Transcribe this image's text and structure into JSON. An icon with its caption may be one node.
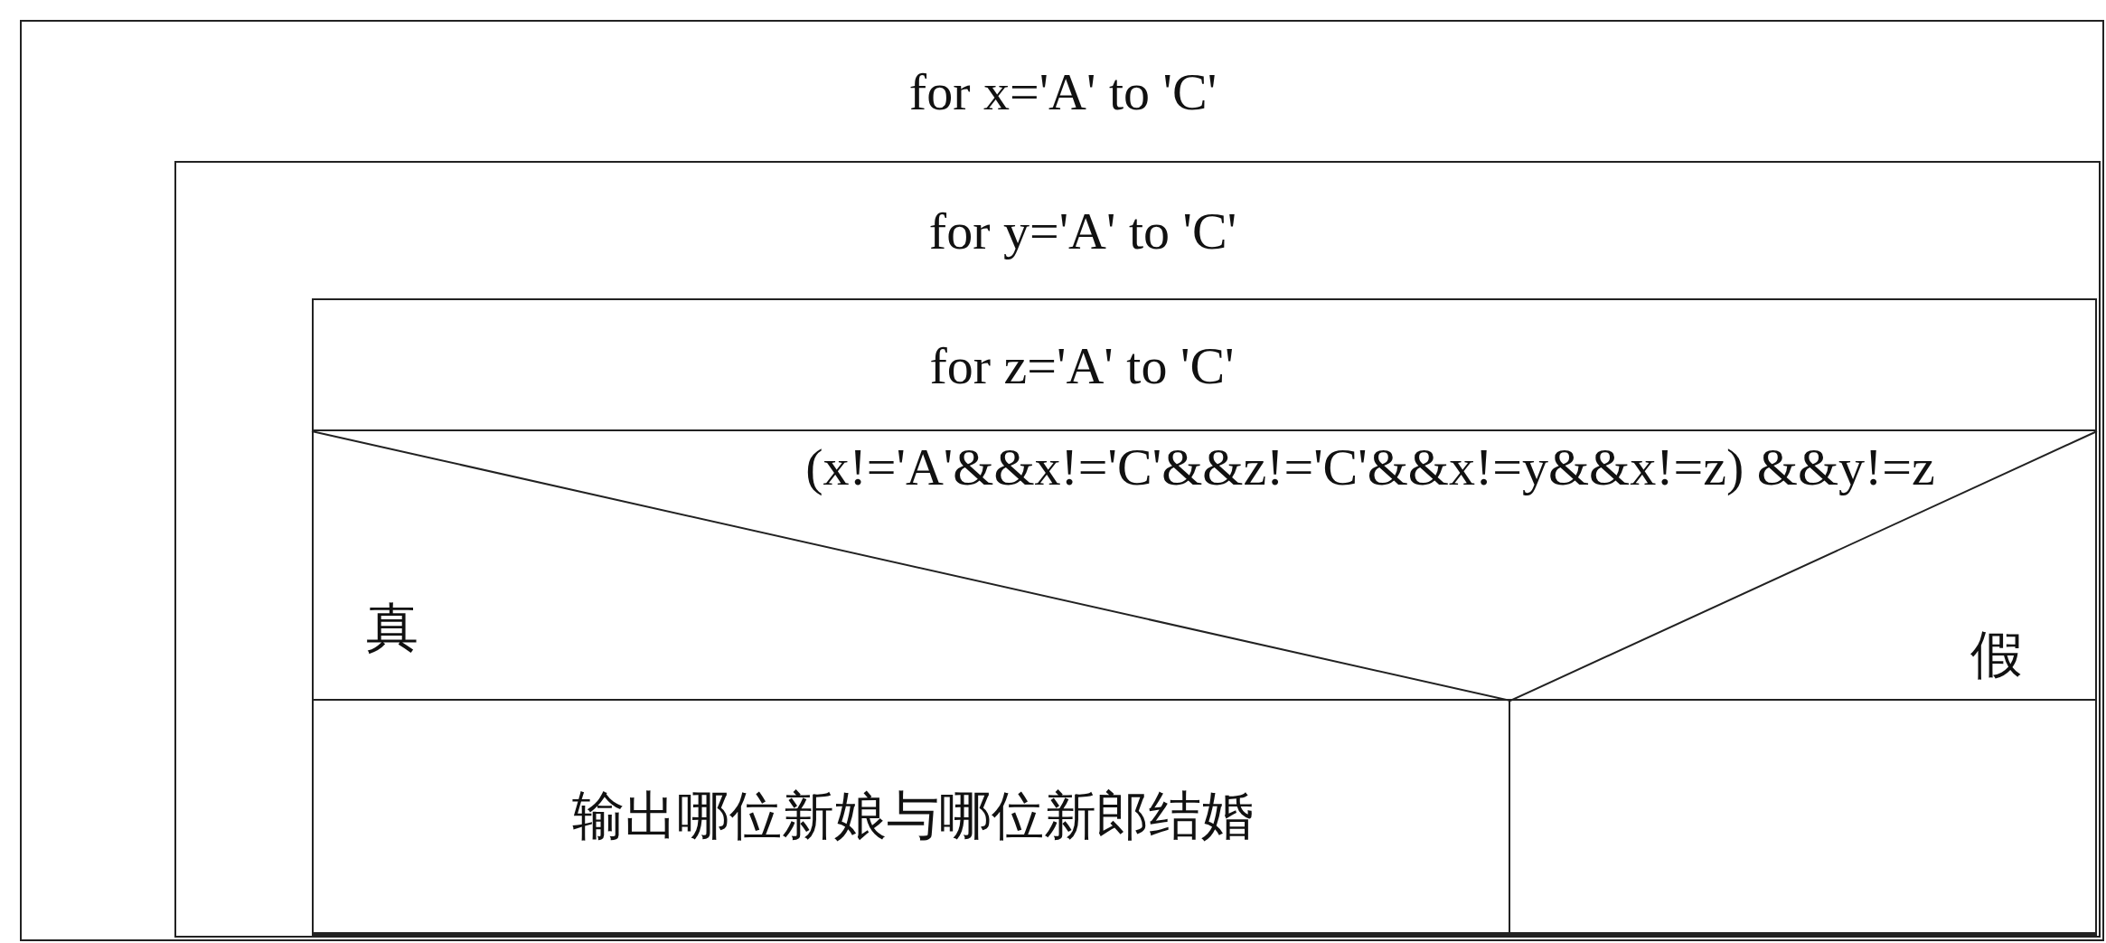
{
  "diagram": {
    "nodes": [
      {
        "text": [
          "for x='A' to 'C'"
        ]
      },
      {
        "text": [
          "for y='A' to 'C'"
        ],
        "in": 0
      },
      {
        "text": [
          "for z='A' to 'C'"
        ],
        "in": 1
      },
      {
        "text": [
          "(x!='A'&&x!='C'&&z!='C'&&x!=y&&x!=z) &&y!=z",
          "真",
          "假"
        ],
        "in": 2
      },
      {
        "text": [
          "输出哪位新娘与哪位新郎结婚"
        ],
        "in": 2
      },
      {
        "text": [],
        "shape": "box",
        "in": 2
      }
    ]
  }
}
